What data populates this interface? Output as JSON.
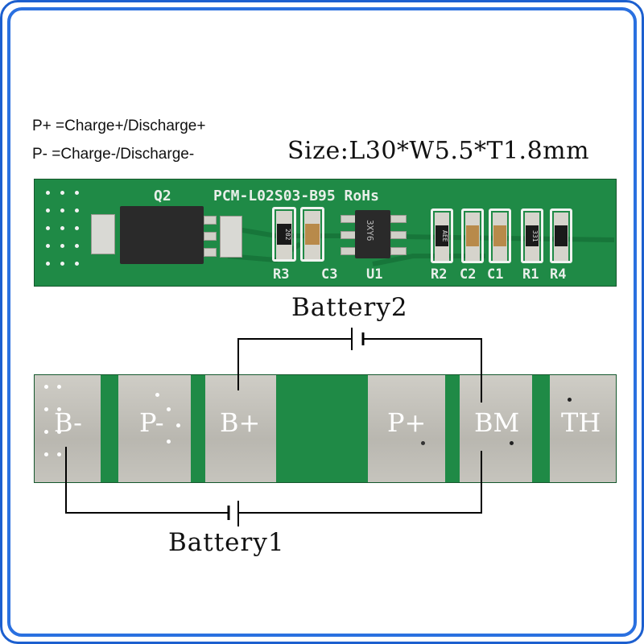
{
  "legend": {
    "line1": "P+ =Charge+/Discharge+",
    "line2": "P- =Charge-/Discharge-"
  },
  "size_text": "Size:L30*W5.5*T1.8mm",
  "pcb_top": {
    "model_text": "PCM-L02S03-B95 RoHs",
    "q_label": "Q2",
    "chip_code": "3XY6",
    "ref_labels": [
      "R3",
      "C3",
      "U1",
      "R2",
      "C2",
      "C1",
      "R1",
      "R4"
    ],
    "resistor_codes": [
      "202",
      "AEE",
      "331"
    ]
  },
  "pads": [
    "B-",
    "P-",
    "B+",
    "P+",
    "BM",
    "TH"
  ],
  "batteries": {
    "battery2": "Battery2",
    "battery1": "Battery1"
  },
  "colors": {
    "frame": "#2a70e0",
    "pcb": "#1f8a46",
    "pad": "#c9c7c0",
    "wire": "#000000"
  }
}
